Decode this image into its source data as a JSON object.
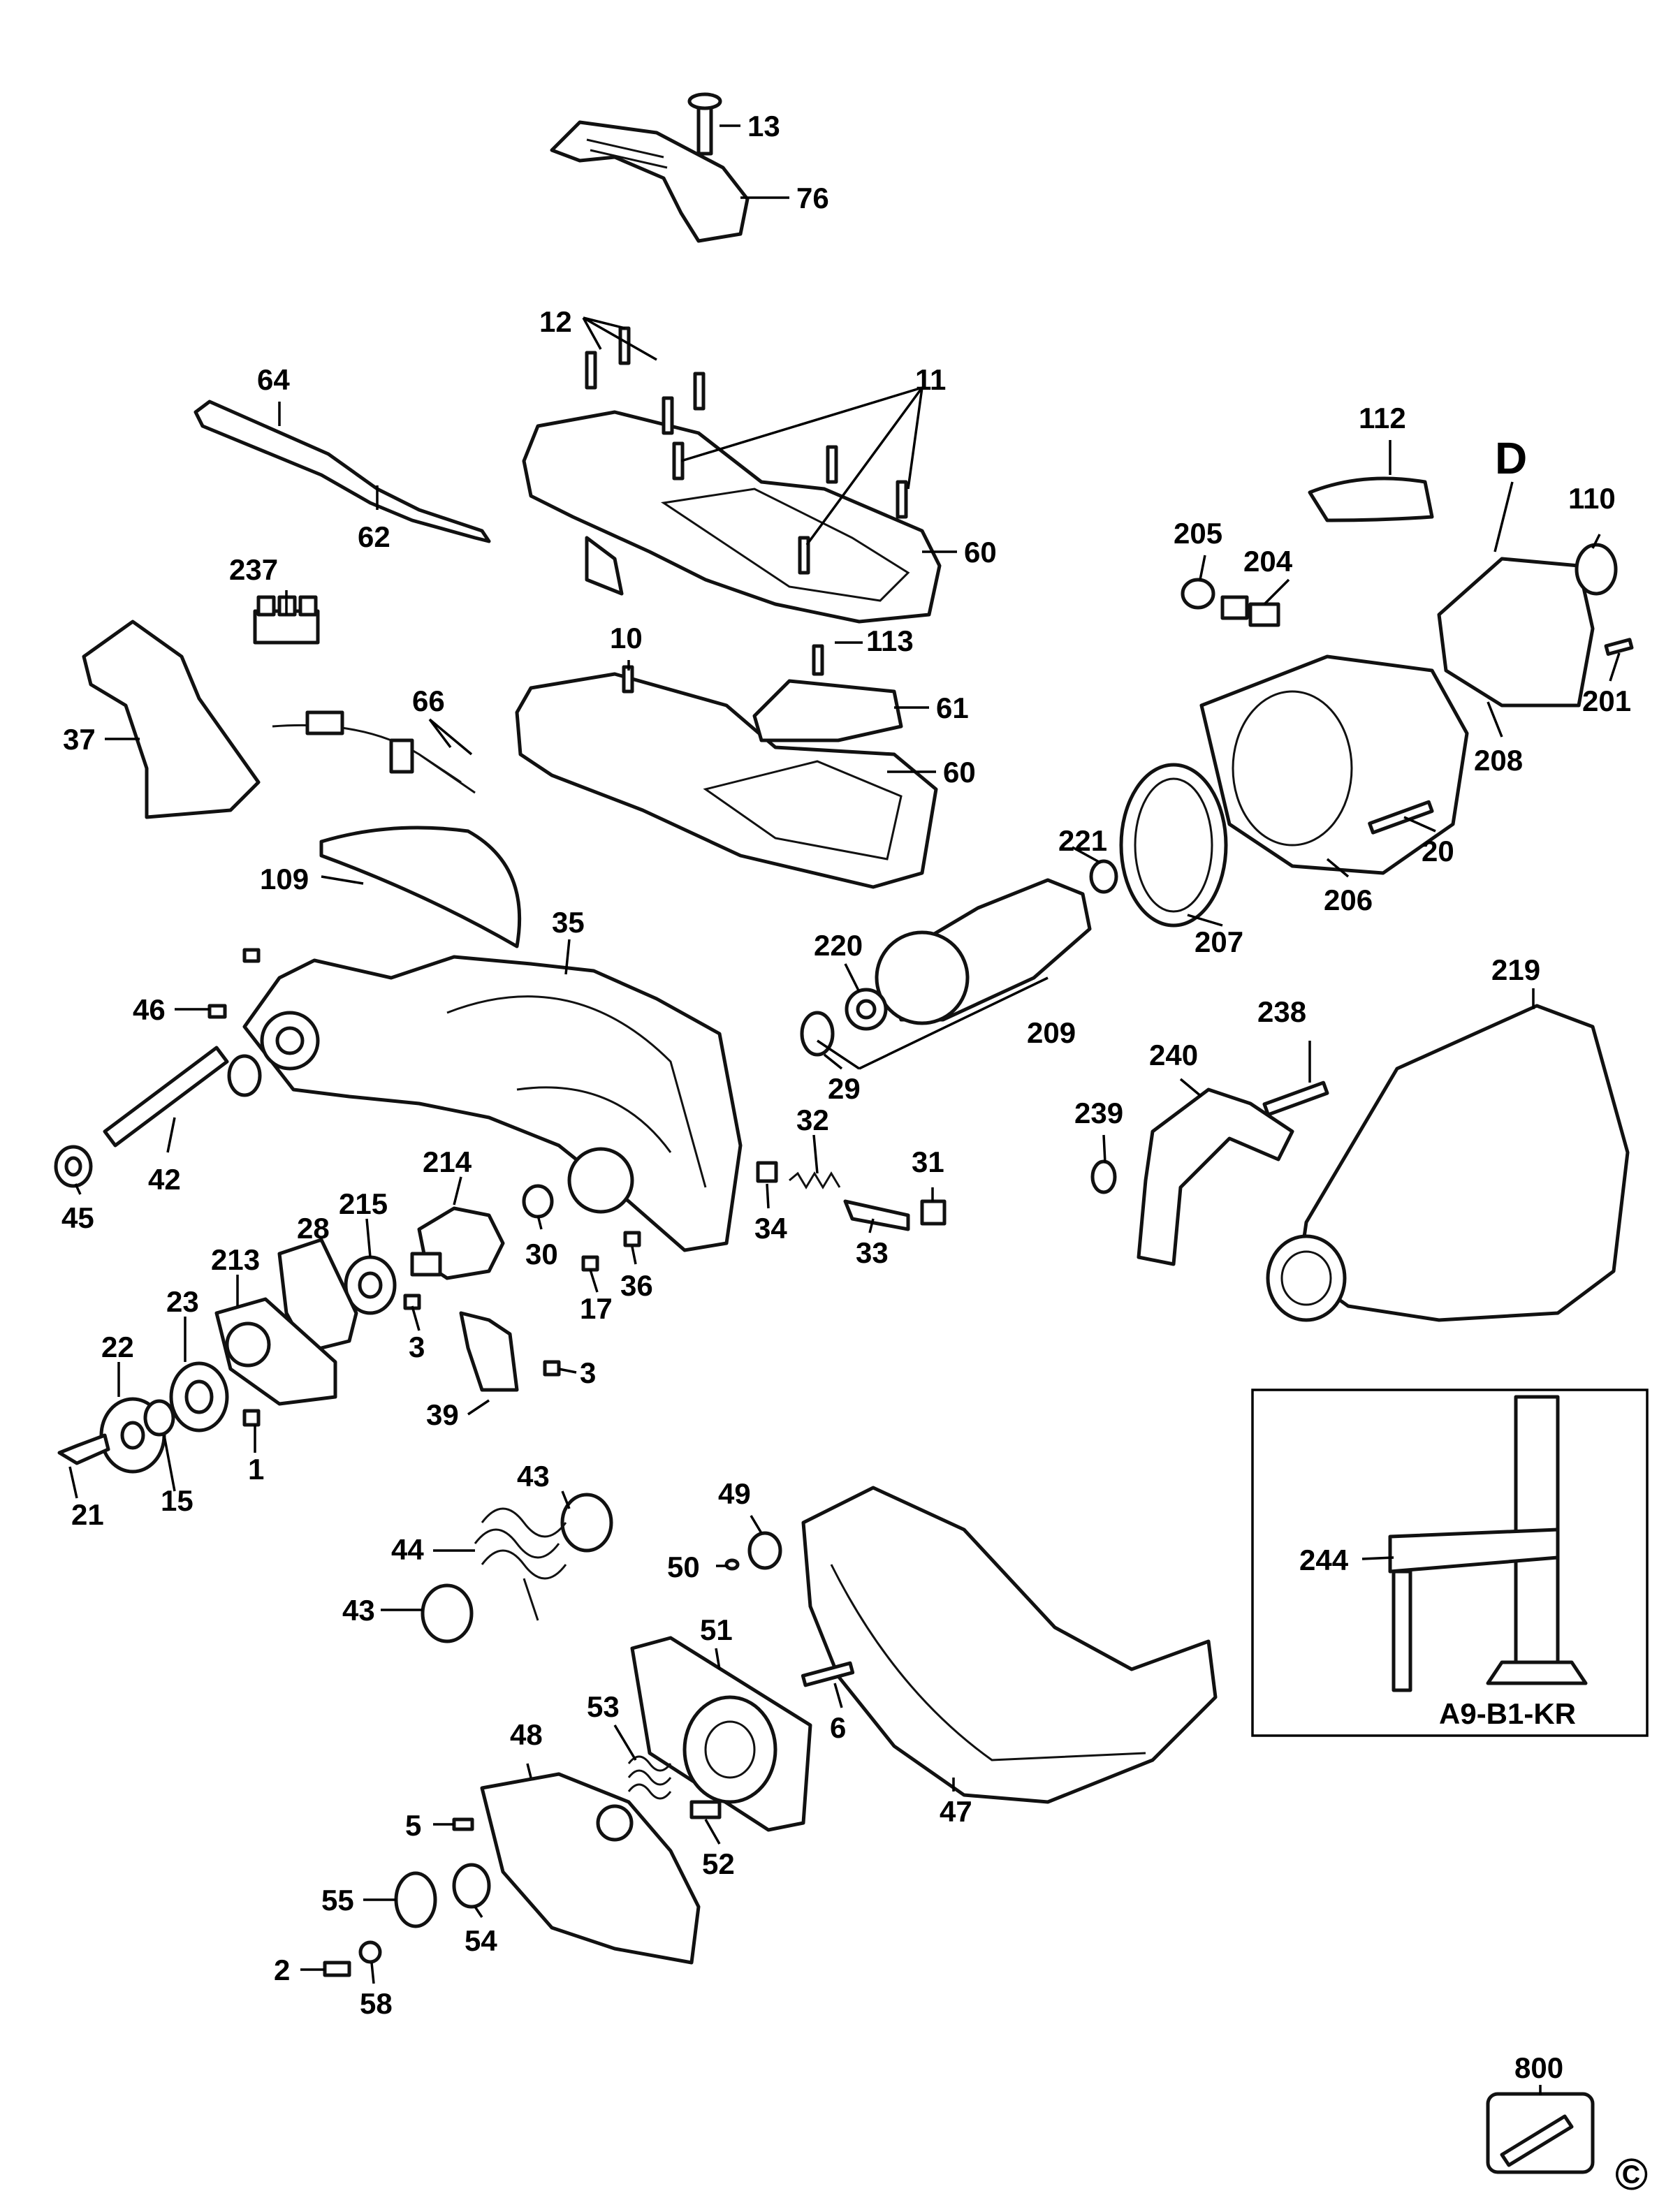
{
  "diagram": {
    "type": "exploded-parts-diagram",
    "labels": [
      "13",
      "76",
      "12",
      "11",
      "64",
      "62",
      "60",
      "237",
      "10",
      "113",
      "61",
      "66",
      "37",
      "109",
      "35",
      "46",
      "42",
      "45",
      "214",
      "215",
      "28",
      "213",
      "23",
      "22",
      "21",
      "15",
      "1",
      "3",
      "30",
      "17",
      "36",
      "39",
      "34",
      "32",
      "33",
      "31",
      "29",
      "220",
      "209",
      "221",
      "207",
      "206",
      "20",
      "208",
      "201",
      "110",
      "D",
      "204",
      "205",
      "112",
      "238",
      "240",
      "239",
      "219",
      "43",
      "44",
      "49",
      "50",
      "51",
      "53",
      "48",
      "6",
      "47",
      "5",
      "52",
      "55",
      "54",
      "2",
      "58",
      "244",
      "800"
    ],
    "callout_box_label": "A9-B1-KR",
    "copyright_symbol": "©"
  }
}
